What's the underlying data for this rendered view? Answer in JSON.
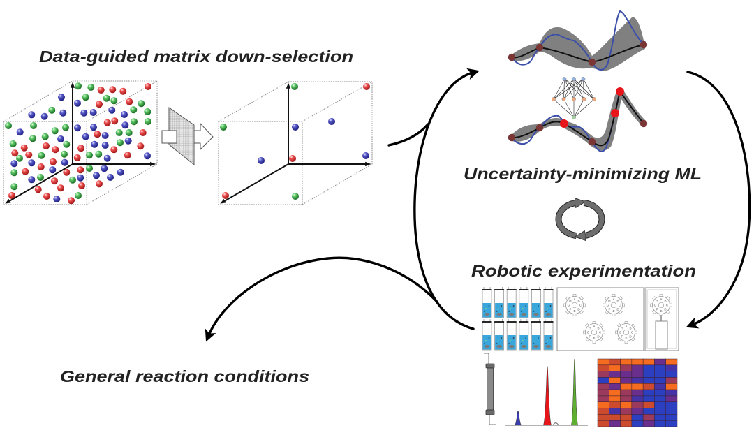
{
  "figure": {
    "labels": {
      "down_selection": "Data-guided matrix down-selection",
      "ml": "Uncertainty-minimizing ML",
      "robotic": "Robotic experimentation",
      "general": "General reaction conditions"
    },
    "palette": {
      "green": "#2f9e3a",
      "red": "#e23434",
      "blue": "#3a3db0",
      "gp_band": "#808080",
      "gp_mean": "#111111",
      "gp_sample": "#3b4ea8",
      "gp_observed": "#7a3535",
      "gp_new": "#e8161b",
      "vial_liquid": "#39a6dc",
      "nn_input": "#8fb4e3",
      "nn_hidden": "#f2a97a",
      "nn_output": "#9fd39a",
      "recycle": "#6e6e6e"
    },
    "left_cube": {
      "point_colors": [
        "green",
        "green",
        "red",
        "red",
        "red",
        "red",
        "blue",
        "green",
        "green",
        "green",
        "blue",
        "red",
        "red",
        "green",
        "green",
        "blue",
        "blue",
        "blue",
        "blue",
        "blue",
        "blue",
        "blue",
        "green",
        "green",
        "green",
        "green",
        "red",
        "red",
        "blue",
        "green",
        "green",
        "blue",
        "green",
        "green",
        "blue",
        "blue",
        "red",
        "blue",
        "blue",
        "green",
        "green",
        "red",
        "green",
        "green",
        "blue",
        "green",
        "green",
        "blue",
        "blue",
        "green",
        "blue",
        "red",
        "red",
        "red",
        "red",
        "red",
        "red",
        "red",
        "green",
        "green",
        "green",
        "red",
        "green",
        "green",
        "blue",
        "red",
        "red",
        "blue",
        "blue",
        "blue",
        "red",
        "blue",
        "red",
        "green",
        "red",
        "blue",
        "red",
        "red",
        "green",
        "blue",
        "blue",
        "blue",
        "green",
        "red",
        "green",
        "blue",
        "blue",
        "blue",
        "red",
        "green",
        "red",
        "red",
        "red",
        "red",
        "red",
        "blue",
        "red",
        "green"
      ]
    },
    "right_cube": {
      "point_colors": [
        "green",
        "red",
        "green",
        "blue",
        "blue",
        "blue",
        "red",
        "blue",
        "red",
        "green"
      ]
    },
    "ml": {
      "neural_net_layers": [
        3,
        5,
        1
      ],
      "gp_top": {
        "observed_points": 4
      },
      "gp_bottom": {
        "observed_points": 4,
        "new_points": 3
      }
    },
    "robot": {
      "vial_rows": 2,
      "vial_cols": 6,
      "valve_ports": [
        "A",
        "B",
        "C",
        "D",
        "E",
        "F",
        "G",
        "H"
      ],
      "valves_main_panel": 4,
      "valves_side_panel": 1
    },
    "chromatogram": {
      "peaks": [
        {
          "color": "#3a3db0",
          "relative_height": 0.22
        },
        {
          "color": "#e8161b",
          "relative_height": 0.89
        },
        {
          "color": "#5fb030",
          "relative_height": 1.0
        }
      ],
      "minor_bump_relative_height": 0.05
    },
    "heatmap": {
      "rows": 11,
      "cols": 7,
      "scale": [
        "#2b3fc0",
        "#4633a6",
        "#6a2f8c",
        "#9b3a5c",
        "#cc4a2e",
        "#f56b1f"
      ],
      "levels": [
        [
          5,
          4,
          5,
          5,
          5,
          2,
          5
        ],
        [
          4,
          5,
          3,
          2,
          0,
          0,
          1
        ],
        [
          3,
          2,
          2,
          2,
          0,
          0,
          0
        ],
        [
          0,
          5,
          2,
          1,
          0,
          0,
          3
        ],
        [
          3,
          2,
          5,
          5,
          4,
          1,
          5
        ],
        [
          3,
          5,
          3,
          2,
          0,
          0,
          1
        ],
        [
          3,
          5,
          3,
          1,
          0,
          0,
          2
        ],
        [
          5,
          4,
          5,
          3,
          4,
          0,
          0
        ],
        [
          4,
          1,
          3,
          2,
          0,
          0,
          0
        ],
        [
          4,
          4,
          4,
          0,
          3,
          0,
          0
        ],
        [
          4,
          2,
          4,
          0,
          2,
          0,
          0
        ]
      ]
    }
  }
}
